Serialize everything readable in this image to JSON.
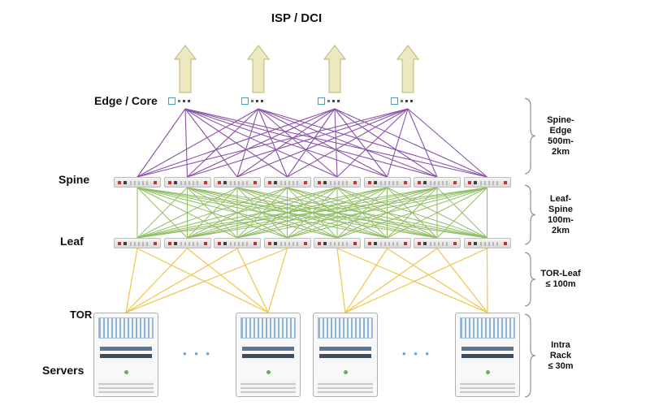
{
  "title": "ISP / DCI",
  "layer_labels": {
    "edge": "Edge / Core",
    "spine": "Spine",
    "leaf": "Leaf",
    "tor": "TOR",
    "servers": "Servers"
  },
  "topology": {
    "edge_core_devices": 4,
    "spine_switches": 8,
    "leaf_switches": 8,
    "server_racks": 4,
    "uplink_arrows": 4
  },
  "link_annotations": [
    {
      "id": "spine-edge",
      "lines": [
        "Spine-",
        "Edge",
        "500m-",
        "2km"
      ]
    },
    {
      "id": "leaf-spine",
      "lines": [
        "Leaf-",
        "Spine",
        "100m-",
        "2km"
      ]
    },
    {
      "id": "tor-leaf",
      "lines": [
        "TOR-Leaf",
        "≤ 100m"
      ]
    },
    {
      "id": "intra-rack",
      "lines": [
        "Intra",
        "Rack",
        "≤ 30m"
      ]
    }
  ],
  "ellipsis": "• • •",
  "colors": {
    "edge_spine_link": "#7e3f9d",
    "spine_leaf_link": "#7cb348",
    "leaf_tor_link": "#f0c23f",
    "arrow_fill": "#ece9c0",
    "arrow_stroke": "#b9b472",
    "brace": "#8f8f8f"
  }
}
